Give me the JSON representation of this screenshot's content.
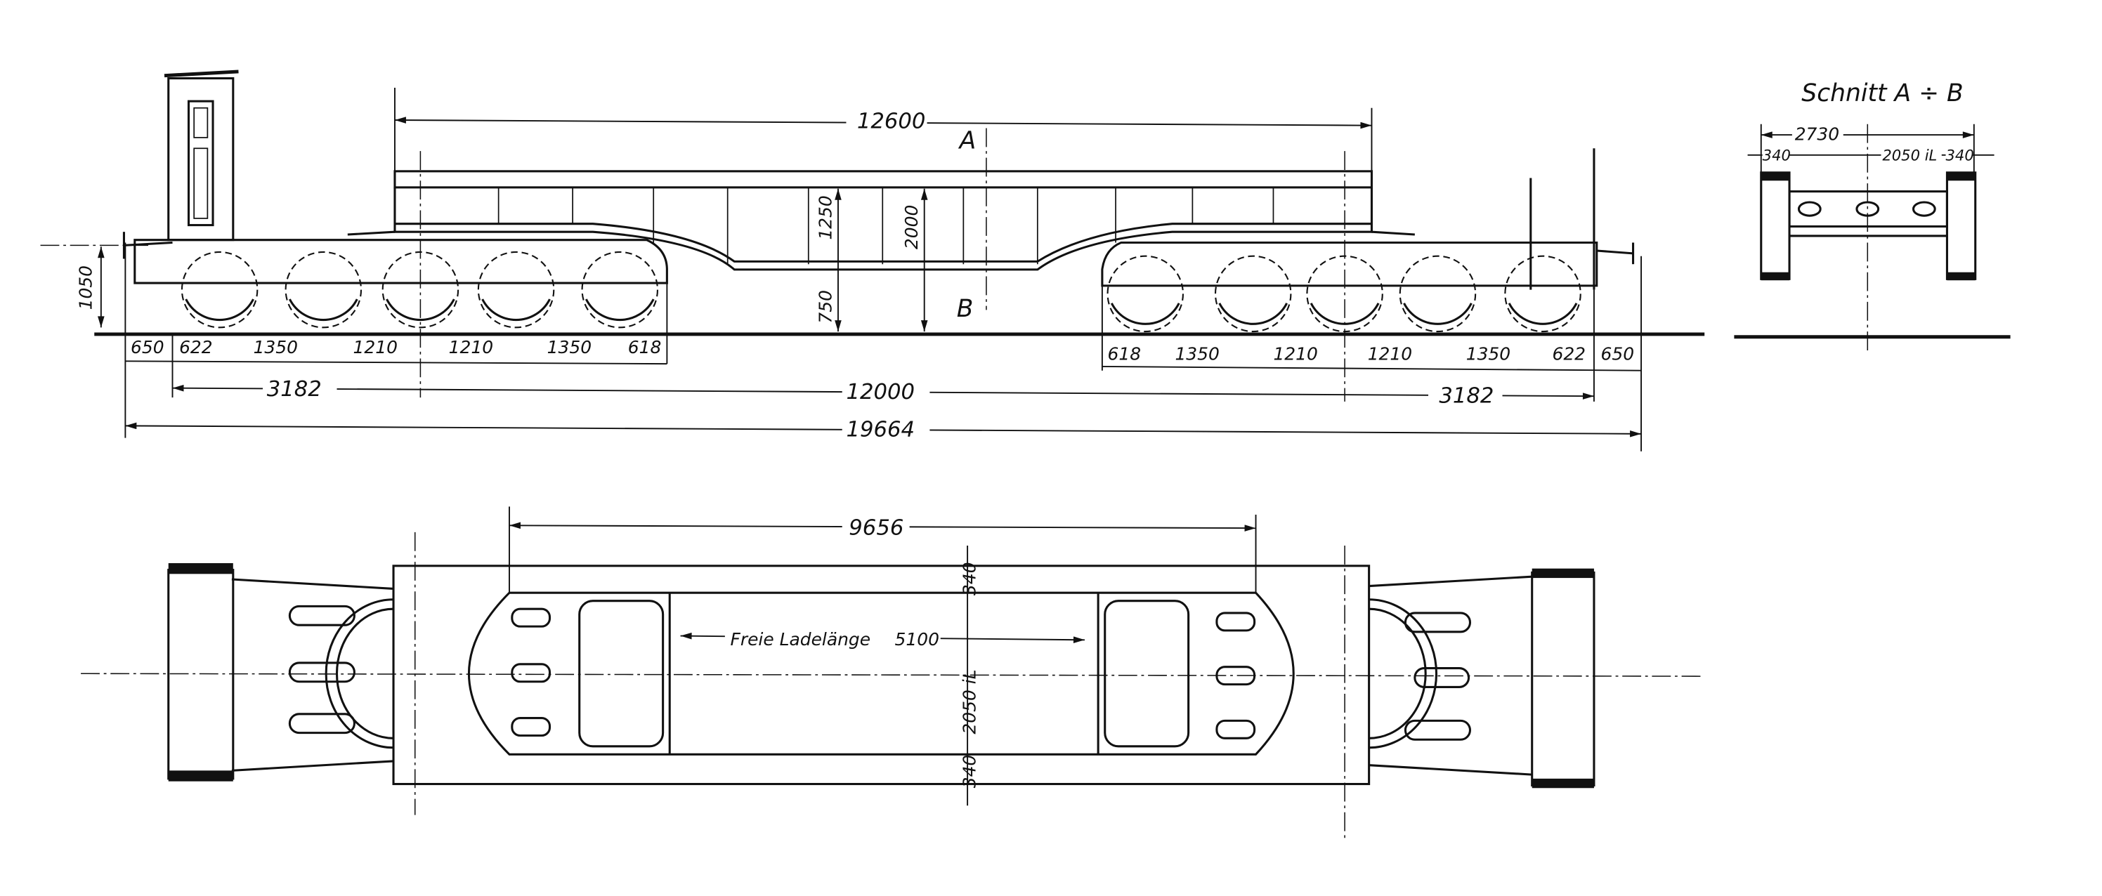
{
  "side_view": {
    "overall_girder_length": "12600",
    "section_mark_top": "A",
    "section_mark_bottom": "B",
    "height_1050": "1050",
    "height_1250": "1250",
    "height_2000": "2000",
    "height_750": "750",
    "left_row": [
      "650",
      "622",
      "1350",
      "1210",
      "1210",
      "1350",
      "618"
    ],
    "right_row": [
      "618",
      "1350",
      "1210",
      "1210",
      "1350",
      "622",
      "650"
    ],
    "bogie_left": "3182",
    "pivot_distance": "12000",
    "bogie_right": "3182",
    "overall_length": "19664"
  },
  "section_view": {
    "title": "Schnitt A ÷ B",
    "width": "2730",
    "side_left": "340",
    "inner": "2050 iL",
    "side_right": "340"
  },
  "plan_view": {
    "length": "9656",
    "free_load_label": "Freie Ladelänge",
    "free_load_value": "5100",
    "side_top": "340",
    "inner": "2050 iL",
    "side_bottom": "340"
  }
}
